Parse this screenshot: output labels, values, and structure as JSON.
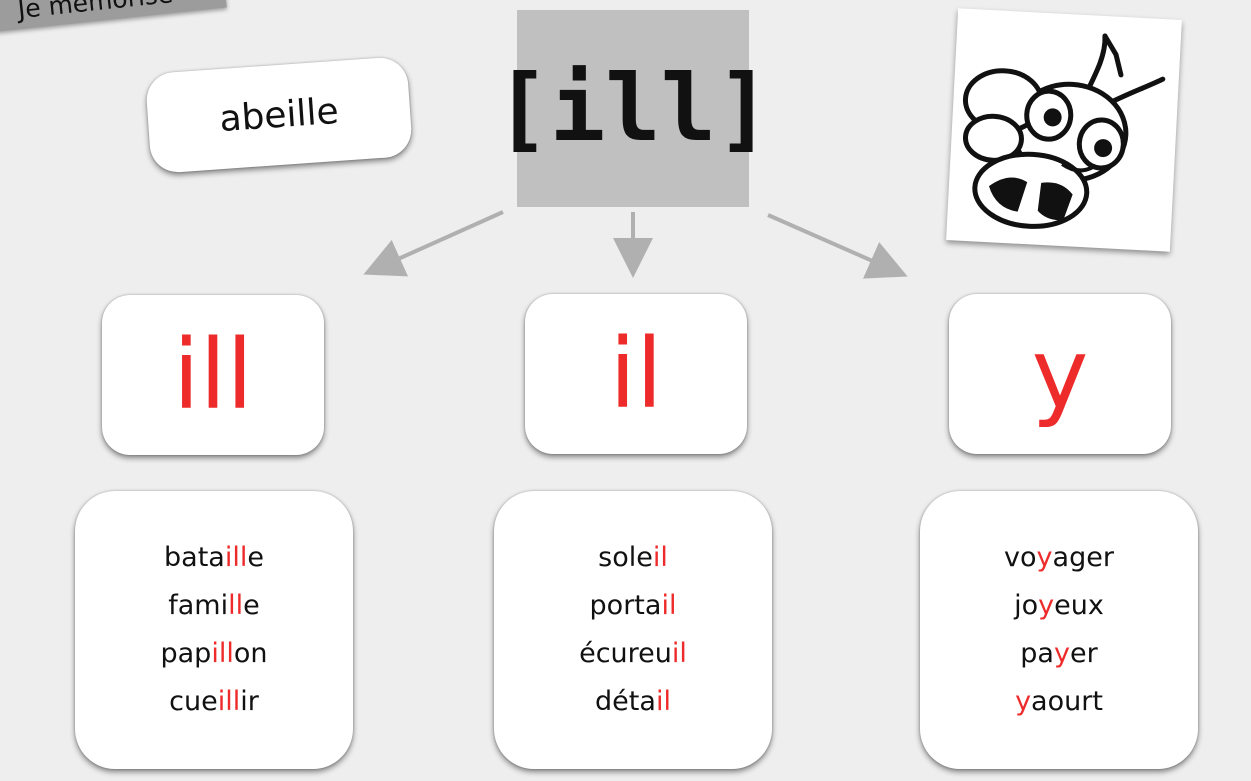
{
  "tag_label": "Je mémorise",
  "word": {
    "pre": "abe",
    "hl": "ill",
    "post": "e"
  },
  "sound": "[ill]",
  "graphemes": [
    "ill",
    "il",
    "y"
  ],
  "lists": {
    "ill": [
      {
        "pre": "bata",
        "hl": "ill",
        "post": "e"
      },
      {
        "pre": "fami",
        "hl": "ll",
        "post": "e"
      },
      {
        "pre": "pap",
        "hl": "ill",
        "post": "on"
      },
      {
        "pre": "cue",
        "hl": "ill",
        "post": "ir"
      }
    ],
    "il": [
      {
        "pre": "sole",
        "hl": "il",
        "post": ""
      },
      {
        "pre": "porta",
        "hl": "il",
        "post": ""
      },
      {
        "pre": "écureu",
        "hl": "il",
        "post": ""
      },
      {
        "pre": "déta",
        "hl": "il",
        "post": ""
      }
    ],
    "y": [
      {
        "pre": "vo",
        "hl": "y",
        "post": "ager"
      },
      {
        "pre": "jo",
        "hl": "y",
        "post": "eux"
      },
      {
        "pre": "pa",
        "hl": "y",
        "post": "er"
      },
      {
        "pre": "",
        "hl": "y",
        "post": "aourt"
      }
    ]
  },
  "colors": {
    "highlight": "#ee2b2b",
    "background": "#eeeeee",
    "sound_box": "#c0c0c0"
  },
  "image": {
    "icon": "bee-cartoon-icon"
  }
}
